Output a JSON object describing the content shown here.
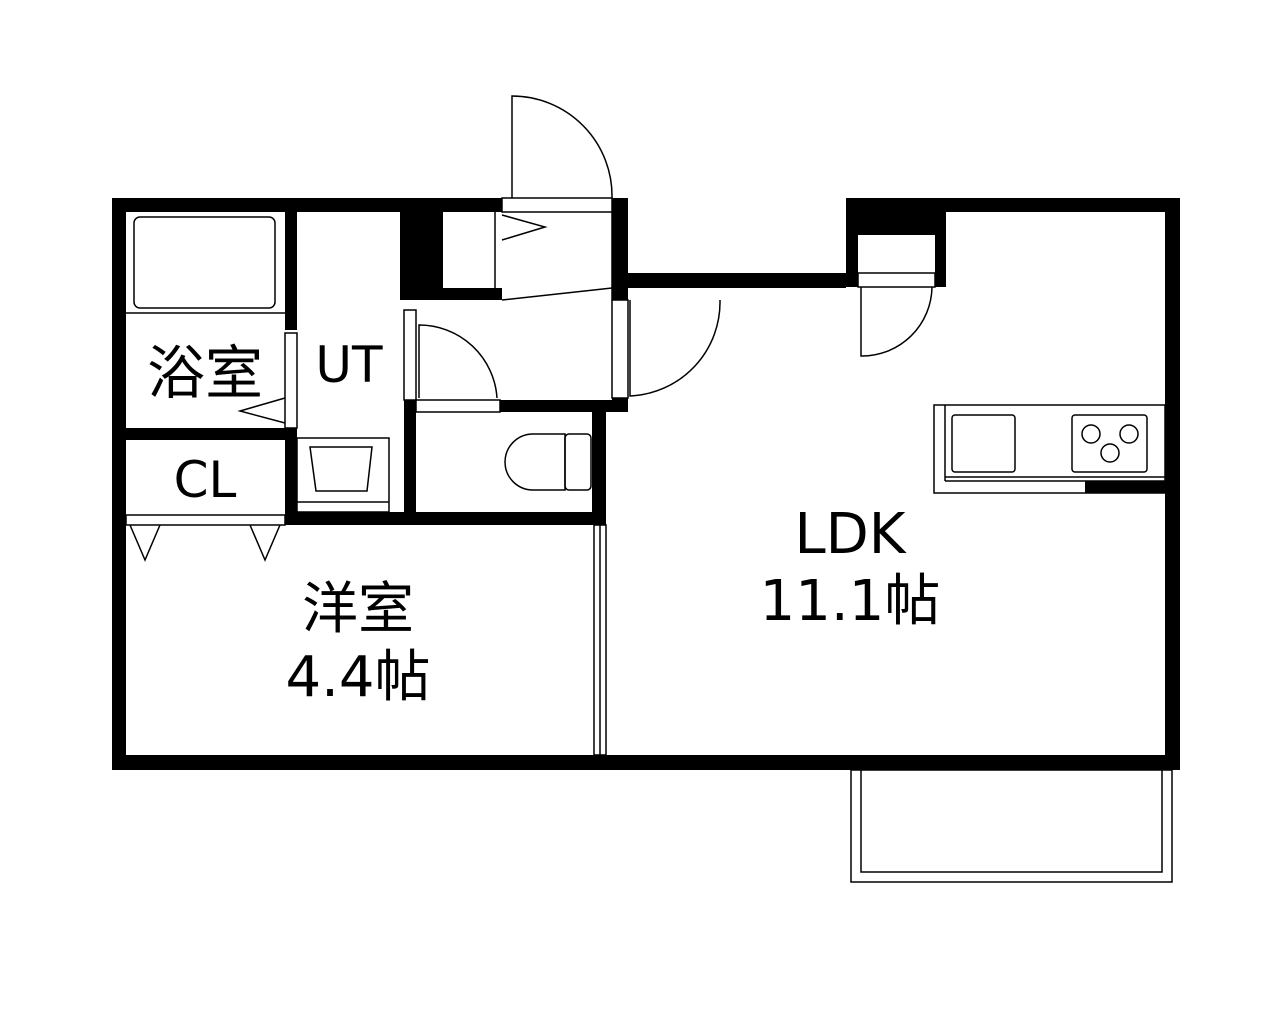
{
  "floor_plan": {
    "rooms": {
      "bath": {
        "label": "浴室"
      },
      "utility": {
        "label": "UT"
      },
      "closet": {
        "label": "CL"
      },
      "western_room": {
        "label": "洋室",
        "size": "4.4帖"
      },
      "ldk": {
        "label": "LDK",
        "size": "11.1帖"
      }
    },
    "colors": {
      "wall": "#000000",
      "background": "#ffffff"
    }
  }
}
